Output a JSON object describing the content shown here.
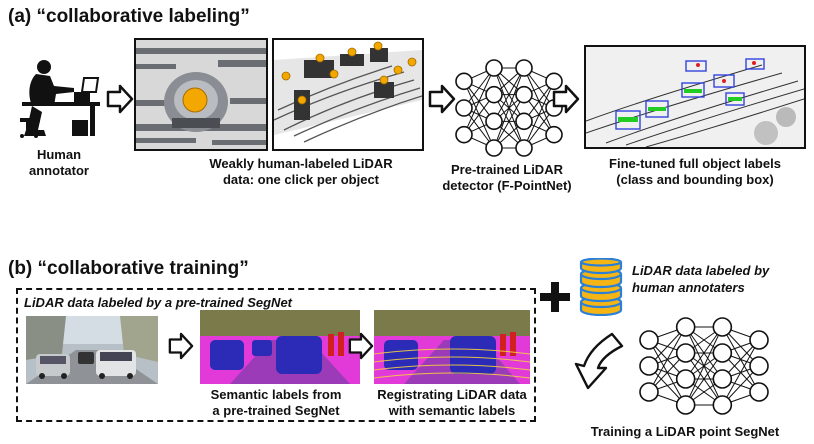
{
  "section_a": {
    "heading": "(a) “collaborative labeling”",
    "human_label": [
      "Human",
      "annotator"
    ],
    "weak_label": [
      "Weakly human-labeled LiDAR",
      "data: one click per object"
    ],
    "detector_label": [
      "Pre-trained LiDAR",
      "detector (F-PointNet)"
    ],
    "finetuned_label": [
      "Fine-tuned full object labels",
      "(class and bounding box)"
    ]
  },
  "section_b": {
    "heading": "(b) “collaborative training”",
    "dashed_title": "LiDAR data labeled by a pre-trained SegNet",
    "semantic_label": [
      "Semantic labels from",
      "a pre-trained SegNet"
    ],
    "register_label": [
      "Registrating LiDAR data",
      "with semantic labels"
    ],
    "human_data_label": [
      "LiDAR data labeled by",
      "human annotaters"
    ],
    "train_label": "Training a LiDAR point SegNet"
  },
  "colors": {
    "click_marker": "#f2a800",
    "box_blue": "#3344dd",
    "green_box": "#22cc22",
    "segnet_blue": "#2b2bb8",
    "segnet_magenta": "#e23ad8",
    "database_gold": "#f5b515",
    "database_blue": "#2a7fd6"
  }
}
